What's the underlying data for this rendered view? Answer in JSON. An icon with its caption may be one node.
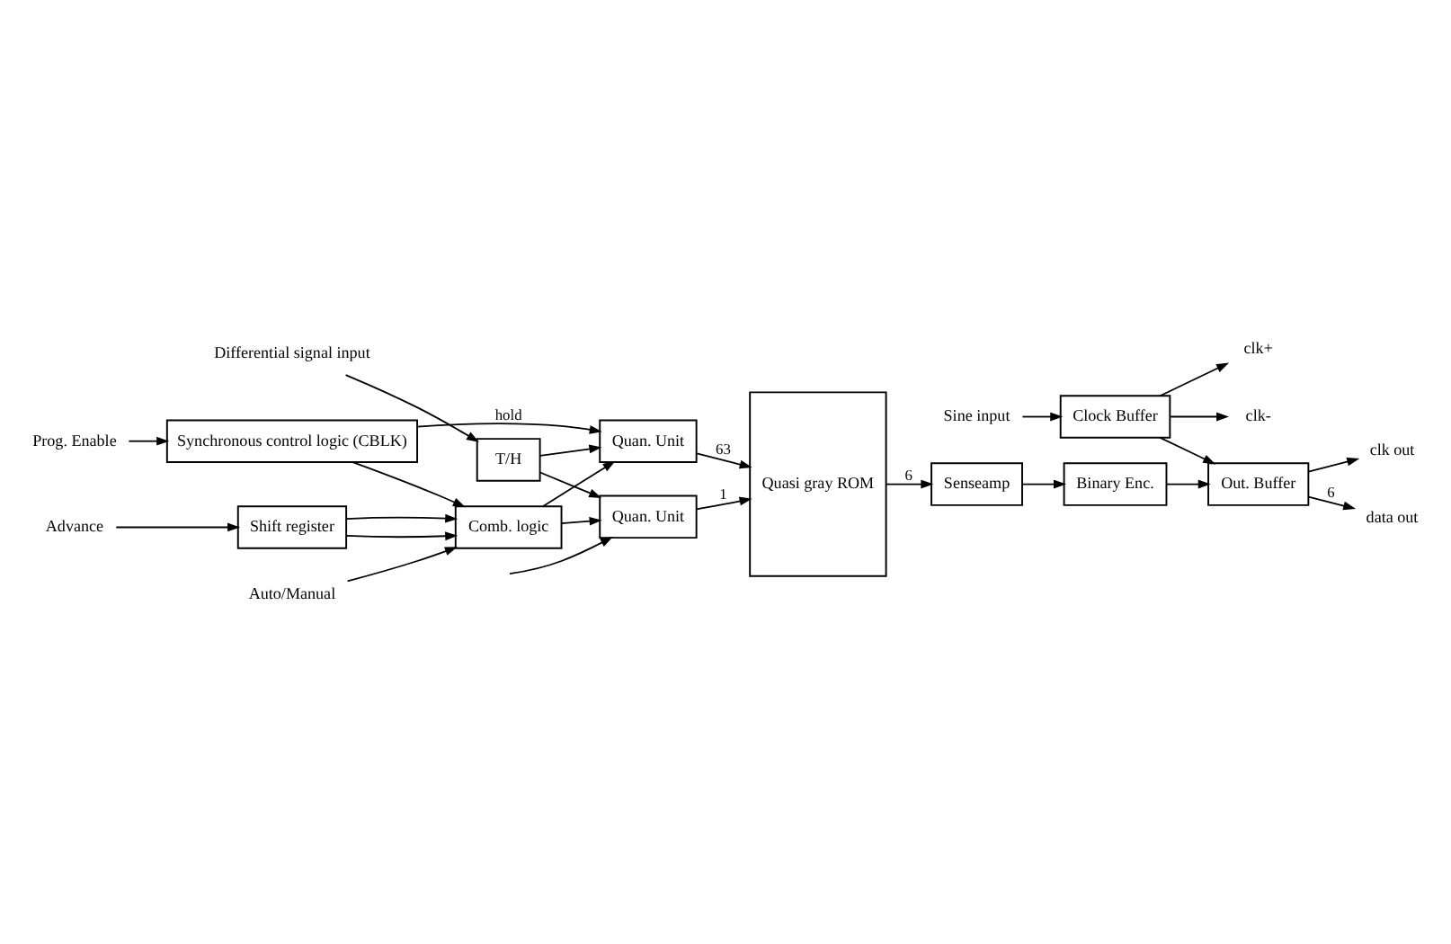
{
  "diagram": {
    "nodes": [
      {
        "text": [
          "T/H"
        ]
      },
      {
        "text": [
          "Shift register"
        ]
      },
      {
        "text": [
          "Comb. logic"
        ]
      },
      {
        "text": [
          "Quan. Unit"
        ]
      },
      {
        "text": [
          "Quan. Unit"
        ]
      },
      {
        "text": [
          "Quasi gray ROM"
        ]
      },
      {
        "text": [
          "Clock Buffer"
        ]
      },
      {
        "text": [
          "Senseamp"
        ]
      },
      {
        "text": [
          "Binary Enc."
        ]
      },
      {
        "text": [
          "Out. Buffer"
        ]
      },
      {
        "text": [
          "Synchronous control logic (CBLK)"
        ]
      },
      {
        "text": [
          "Differential signal input"
        ]
      },
      {
        "text": [
          "Advance"
        ]
      },
      {
        "text": [
          "Auto/Manual"
        ]
      },
      {
        "text": [
          "Prog. Enable"
        ]
      },
      {
        "text": [
          "Sine input"
        ]
      },
      {
        "text": [
          "clk-"
        ]
      },
      {
        "text": [
          "clk+"
        ]
      },
      {
        "text": [
          "clk out"
        ]
      },
      {
        "text": [
          "data out"
        ]
      }
    ],
    "edges": [
      {
        "from": 11,
        "to": 0,
        "arrow": "to"
      },
      {
        "from": 0,
        "to": 3,
        "arrow": "to"
      },
      {
        "from": 0,
        "to": 4,
        "arrow": "to"
      },
      {
        "from": 1,
        "to": 2,
        "arrow": "to"
      },
      {
        "from": 1,
        "to": 2,
        "arrow": "to"
      },
      {
        "from": 2,
        "to": 3,
        "arrow": "to"
      },
      {
        "from": 2,
        "to": 4,
        "arrow": "to"
      },
      {
        "from": null,
        "to": 3,
        "arrow": "to"
      },
      {
        "from": 3,
        "to": 5,
        "label": "1",
        "arrow": "to"
      },
      {
        "from": 4,
        "to": 5,
        "label": "63",
        "arrow": "to"
      },
      {
        "from": 10,
        "to": 4,
        "label": "hold",
        "arrow": "to"
      },
      {
        "from": 12,
        "to": 1,
        "arrow": "to"
      },
      {
        "from": 13,
        "to": 2,
        "arrow": "to"
      },
      {
        "from": 10,
        "to": 2,
        "arrow": "to"
      },
      {
        "from": 14,
        "to": 10,
        "arrow": "to"
      },
      {
        "from": 15,
        "to": 6,
        "arrow": "to"
      },
      {
        "from": 6,
        "to": 16,
        "arrow": "to"
      },
      {
        "from": 6,
        "to": 17,
        "arrow": "to"
      },
      {
        "from": 6,
        "to": 9,
        "arrow": "to"
      },
      {
        "from": 5,
        "to": 7,
        "label": "6",
        "arrow": "to"
      },
      {
        "from": 7,
        "to": 8,
        "arrow": "to"
      },
      {
        "from": 8,
        "to": 9,
        "arrow": "to"
      },
      {
        "from": 9,
        "to": 18,
        "arrow": "to"
      },
      {
        "from": 9,
        "to": 19,
        "label": "6",
        "arrow": "to"
      }
    ]
  }
}
